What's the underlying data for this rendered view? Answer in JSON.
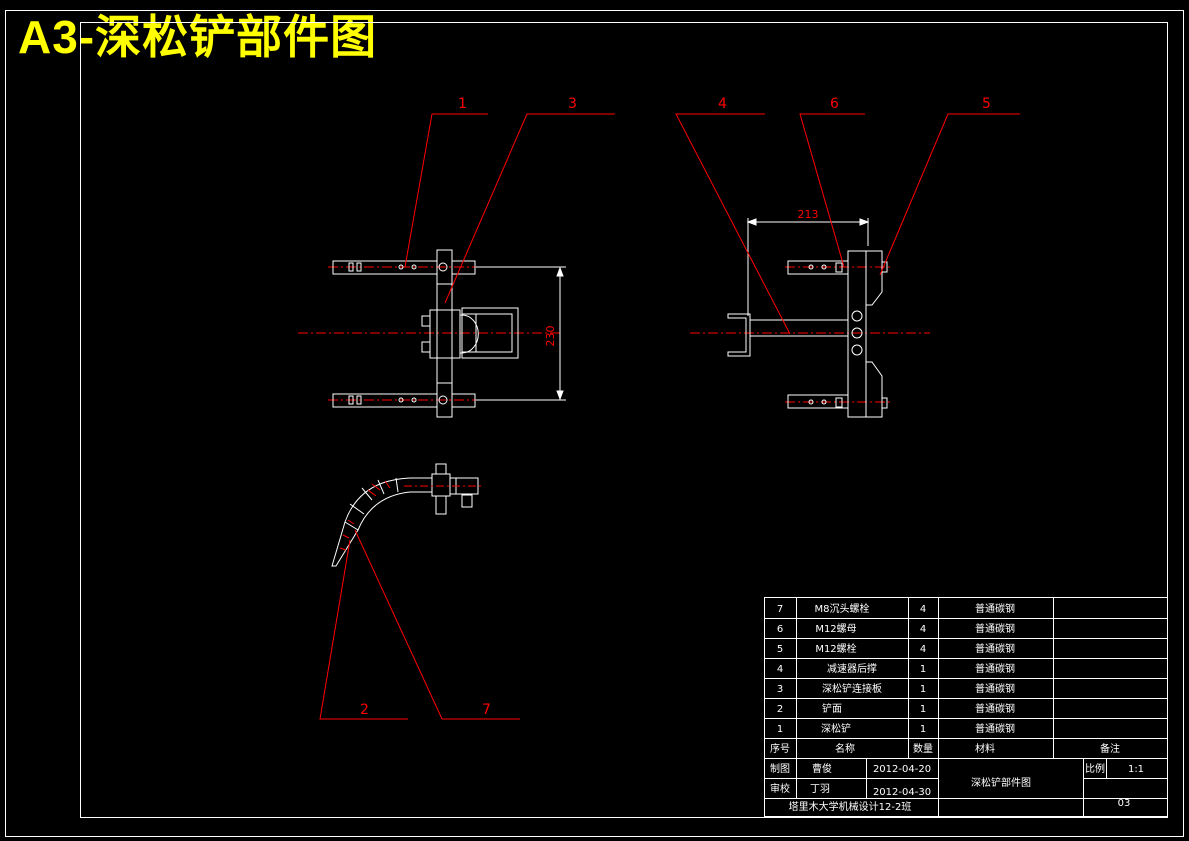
{
  "title": "A3-深松铲部件图",
  "colors": {
    "background": "#000000",
    "line": "#ffffff",
    "leader": "#ff0000",
    "title": "#ffff00"
  },
  "balloons": [
    "1",
    "3",
    "4",
    "6",
    "5",
    "2",
    "7"
  ],
  "dimensions": {
    "height": "230",
    "width": "213"
  },
  "bom": {
    "header": {
      "no": "序号",
      "name": "名称",
      "qty": "数量",
      "material": "材料",
      "note": "备注"
    },
    "rows": [
      {
        "no": "7",
        "name": "M8沉头螺栓",
        "qty": "4",
        "material": "普通碳钢",
        "note": ""
      },
      {
        "no": "6",
        "name": "M12螺母",
        "qty": "4",
        "material": "普通碳钢",
        "note": ""
      },
      {
        "no": "5",
        "name": "M12螺栓",
        "qty": "4",
        "material": "普通碳钢",
        "note": ""
      },
      {
        "no": "4",
        "name": "减速器后撑",
        "qty": "1",
        "material": "普通碳钢",
        "note": ""
      },
      {
        "no": "3",
        "name": "深松铲连接板",
        "qty": "1",
        "material": "普通碳钢",
        "note": ""
      },
      {
        "no": "2",
        "name": "铲面",
        "qty": "1",
        "material": "普通碳钢",
        "note": ""
      },
      {
        "no": "1",
        "name": "深松铲",
        "qty": "1",
        "material": "普通碳钢",
        "note": ""
      }
    ]
  },
  "titleblock": {
    "drawn_label": "制图",
    "drawn_name": "曹俊",
    "drawn_date": "2012-04-20",
    "checked_label": "审校",
    "checked_name": "丁羽",
    "checked_date": "2012-04-30",
    "drawing_name": "深松铲部件图",
    "scale_label": "比例",
    "scale_value": "1:1",
    "sheet_no": "03",
    "school": "塔里木大学机械设计12-2班"
  }
}
